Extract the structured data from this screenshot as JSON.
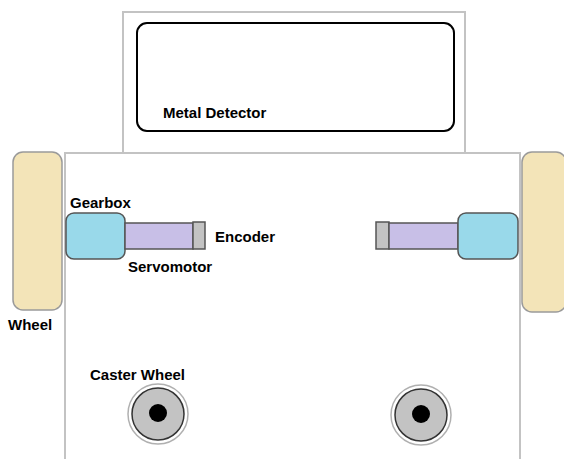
{
  "diagram": {
    "nodes": [
      {
        "text": [
          "Metal Detector"
        ]
      }
    ],
    "labels": [
      "Gearbox",
      "Encoder",
      "Servomotor",
      "Wheel",
      "Caster Wheel"
    ]
  }
}
